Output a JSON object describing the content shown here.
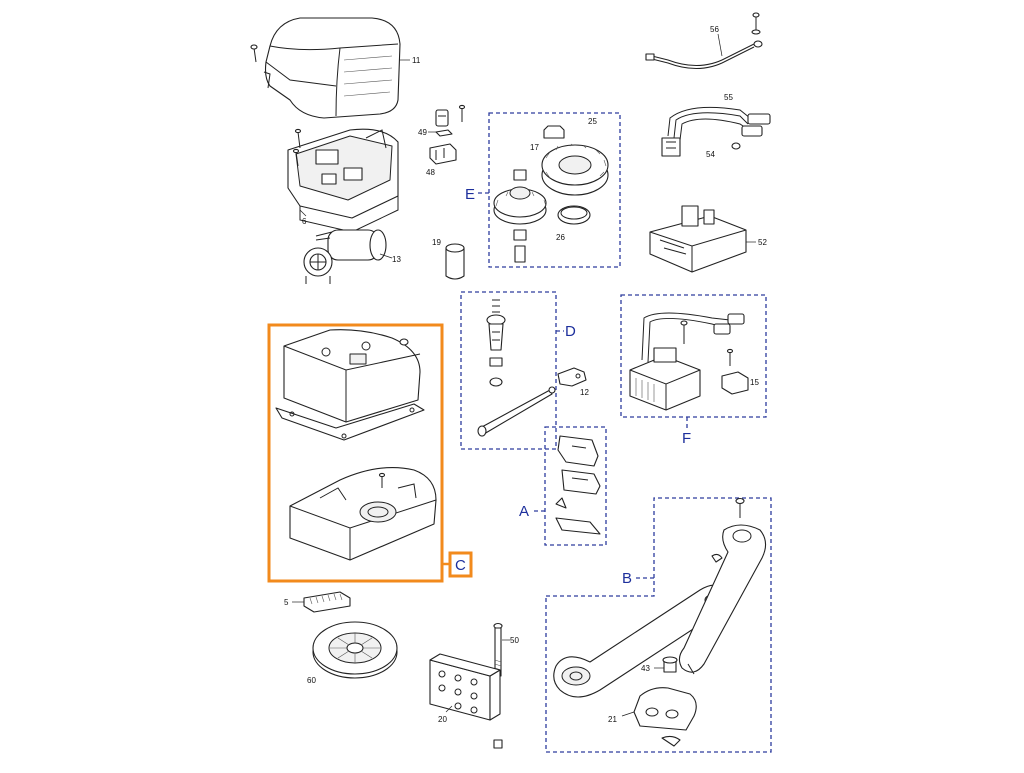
{
  "parts": {
    "p11": "11",
    "p6": "6",
    "p13": "13",
    "p19": "19",
    "p49": "49",
    "p48": "48",
    "p25": "25",
    "p17": "17",
    "p26": "26",
    "p56": "56",
    "p55": "55",
    "p54": "54",
    "p52": "52",
    "p12": "12",
    "p15": "15",
    "p5": "5",
    "p60": "60",
    "p50": "50",
    "p20": "20",
    "p43": "43",
    "p21": "21"
  },
  "groups": {
    "E": "E",
    "D": "D",
    "F": "F",
    "A": "A",
    "B": "B",
    "C": "C"
  },
  "colors": {
    "group_outline": "#2d3c9e",
    "group_label": "#1d2f9c",
    "highlight": "#f28a1c"
  }
}
